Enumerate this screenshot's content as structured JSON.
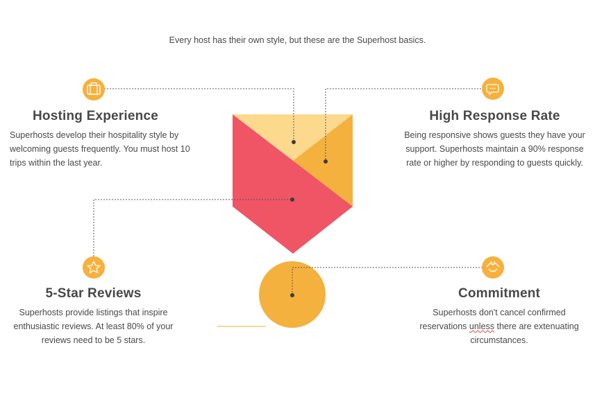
{
  "intro": "Every host has their own style, but these are the Superhost basics.",
  "colors": {
    "accent": "#F7B03C",
    "badge_coral": "#EF5565",
    "badge_light": "#FDD98E",
    "badge_orange": "#F4B13E",
    "connector": "#555555"
  },
  "features": {
    "hosting": {
      "icon": "suitcase-icon",
      "title": "Hosting Experience",
      "description": "Superhosts develop their hospitality style by welcoming guests frequently. You must host 10 trips within the last year."
    },
    "response": {
      "icon": "chat-bubble-icon",
      "title": "High Response Rate",
      "description": "Being responsive shows guests they have your support. Superhosts maintain a 90% response rate or higher by responding to guests quickly."
    },
    "reviews": {
      "icon": "star-icon",
      "title": "5-Star Reviews",
      "description": "Superhosts provide listings that inspire enthusiastic reviews. At least 80% of your reviews need to be 5 stars."
    },
    "commitment": {
      "icon": "handshake-icon",
      "title": "Commitment",
      "description_before": "Superhosts don't cancel confirmed reservations ",
      "description_marked": "unless",
      "description_after": " there are extenuating circumstances."
    }
  }
}
